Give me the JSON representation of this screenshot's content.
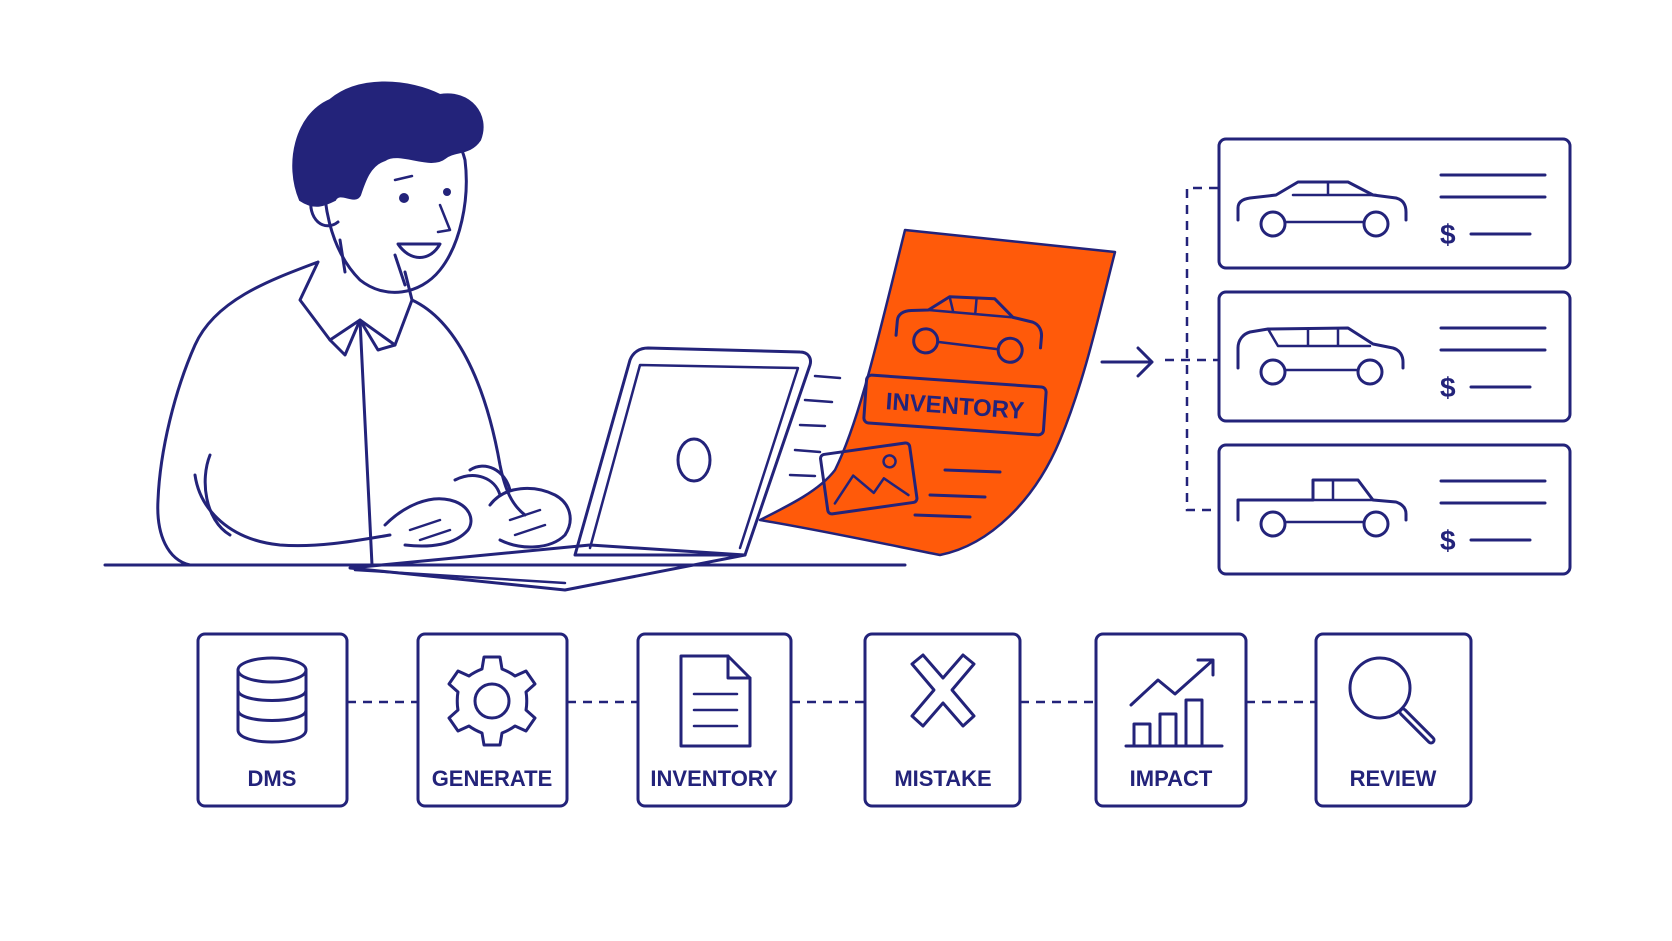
{
  "colors": {
    "ink": "#23237a",
    "accent": "#ff5a0a",
    "background": "#ffffff"
  },
  "illustration": {
    "person": "person-at-laptop",
    "flyer_label": "INVENTORY",
    "flyer_icons": [
      "car-icon",
      "image-icon"
    ]
  },
  "listings": [
    {
      "vehicle_icon": "sedan-icon",
      "price_symbol": "$"
    },
    {
      "vehicle_icon": "suv-icon",
      "price_symbol": "$"
    },
    {
      "vehicle_icon": "pickup-truck-icon",
      "price_symbol": "$"
    }
  ],
  "steps": [
    {
      "label": "DMS",
      "icon": "database-icon"
    },
    {
      "label": "GENERATE",
      "icon": "gear-icon"
    },
    {
      "label": "INVENTORY",
      "icon": "document-icon"
    },
    {
      "label": "MISTAKE",
      "icon": "x-icon"
    },
    {
      "label": "IMPACT",
      "icon": "bar-chart-icon"
    },
    {
      "label": "REVIEW",
      "icon": "magnifier-icon"
    }
  ]
}
